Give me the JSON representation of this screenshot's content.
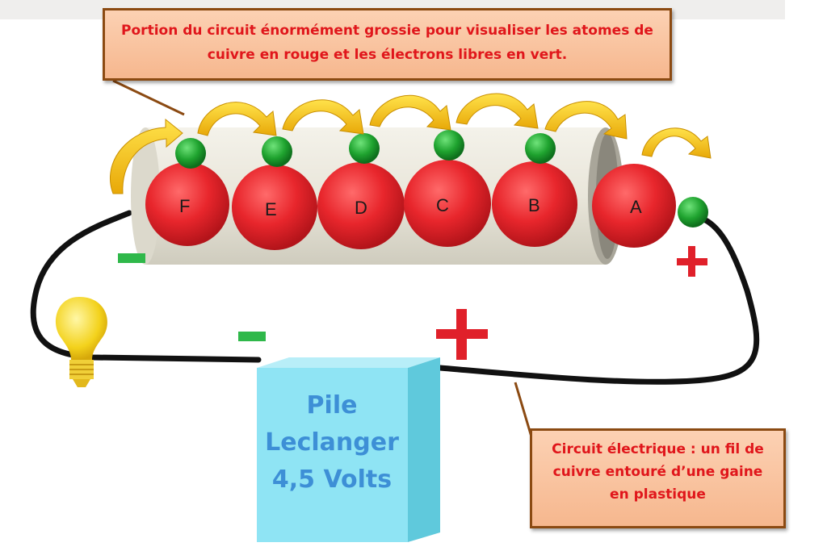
{
  "callouts": {
    "top_line1": "Portion du circuit énormément grossie pour visualiser les atomes de",
    "top_line2": "cuivre en rouge et les électrons libres en vert.",
    "bottom_line1": "Circuit électrique : un fil de",
    "bottom_line2": "cuivre entouré d’une gaine",
    "bottom_line3": "en plastique"
  },
  "atoms": {
    "F": "F",
    "E": "E",
    "D": "D",
    "C": "C",
    "B": "B",
    "A": "A"
  },
  "battery": {
    "line1": "Pile",
    "line2": "Leclanger",
    "line3": "4,5 Volts"
  },
  "colors": {
    "atom": "#e8262c",
    "electron": "#22a834",
    "arrow": "#f5c10f",
    "plus": "#e0202a",
    "minus": "#2fb84a",
    "battery": "#8fe4f4",
    "wire": "#111111"
  }
}
